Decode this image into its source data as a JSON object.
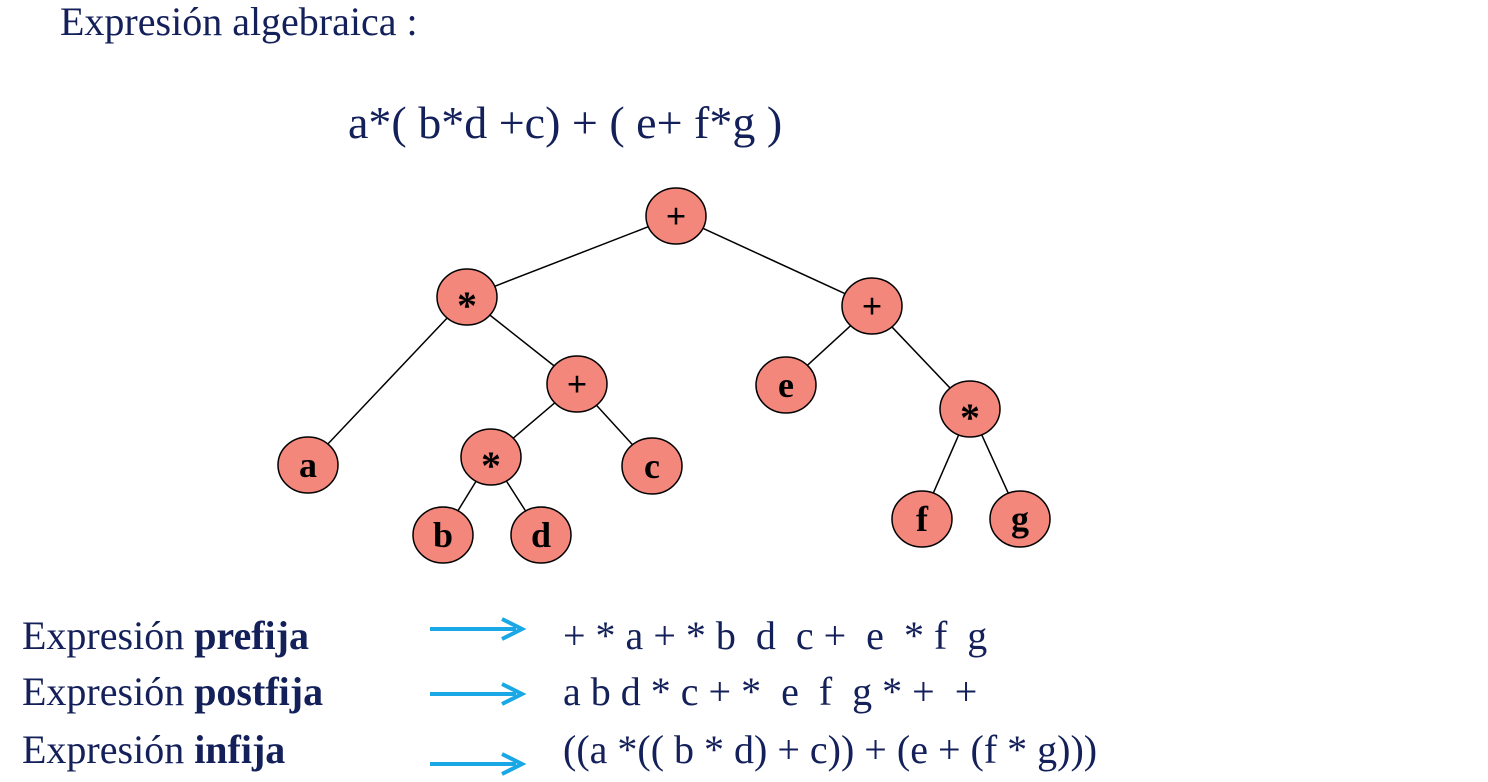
{
  "title": "Expresión algebraica :",
  "expression": "a*( b*d +c) + ( e+ f*g )",
  "tree": {
    "nodes": [
      {
        "id": "root",
        "label": "+"
      },
      {
        "id": "mul1",
        "label": "*"
      },
      {
        "id": "plus2",
        "label": "+"
      },
      {
        "id": "a",
        "label": "a"
      },
      {
        "id": "plus1",
        "label": "+"
      },
      {
        "id": "mul2",
        "label": "*"
      },
      {
        "id": "c",
        "label": "c"
      },
      {
        "id": "b",
        "label": "b"
      },
      {
        "id": "d",
        "label": "d"
      },
      {
        "id": "e",
        "label": "e"
      },
      {
        "id": "mul3",
        "label": "*"
      },
      {
        "id": "f",
        "label": "f"
      },
      {
        "id": "g",
        "label": "g"
      }
    ],
    "edges": [
      [
        "root",
        "mul1"
      ],
      [
        "root",
        "plus2"
      ],
      [
        "mul1",
        "a"
      ],
      [
        "mul1",
        "plus1"
      ],
      [
        "plus1",
        "mul2"
      ],
      [
        "plus1",
        "c"
      ],
      [
        "mul2",
        "b"
      ],
      [
        "mul2",
        "d"
      ],
      [
        "plus2",
        "e"
      ],
      [
        "plus2",
        "mul3"
      ],
      [
        "mul3",
        "f"
      ],
      [
        "mul3",
        "g"
      ]
    ],
    "node_fill": "#f4877c"
  },
  "rows": [
    {
      "label_prefix": "Expresión",
      "label_bold": "prefija",
      "value": "+ * a + * b  d  c +  e  * f  g"
    },
    {
      "label_prefix": "Expresión",
      "label_bold": "postfija",
      "value": "a b d * c + *  e  f  g * +  +"
    },
    {
      "label_prefix": "Expresión",
      "label_bold": "infija",
      "value": "((a *(( b * d) + c)) + (e + (f * g)))"
    }
  ],
  "colors": {
    "text": "#14205a",
    "arrow": "#1aa7e6"
  }
}
